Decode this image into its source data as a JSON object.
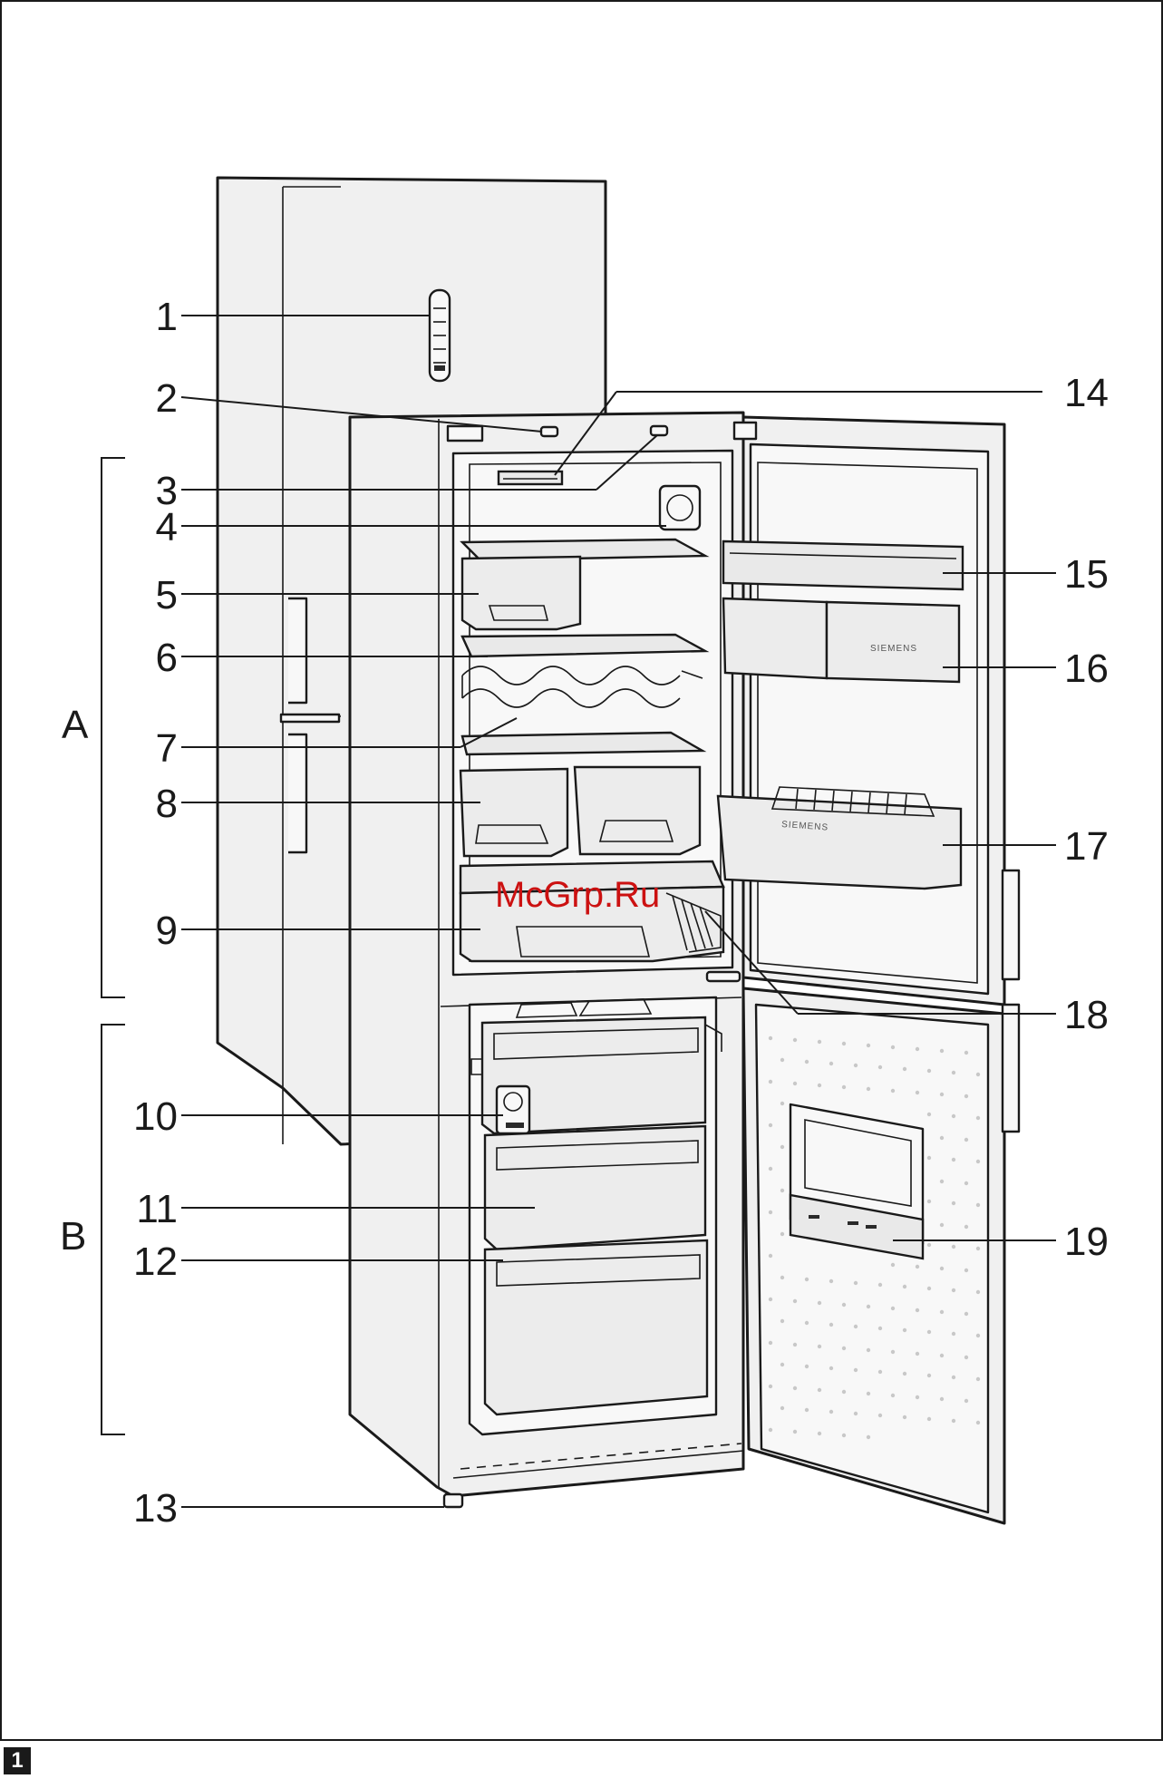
{
  "callouts": [
    {
      "id": "1",
      "label": "1"
    },
    {
      "id": "2",
      "label": "2"
    },
    {
      "id": "3",
      "label": "3"
    },
    {
      "id": "4",
      "label": "4"
    },
    {
      "id": "5",
      "label": "5"
    },
    {
      "id": "6",
      "label": "6"
    },
    {
      "id": "7",
      "label": "7"
    },
    {
      "id": "8",
      "label": "8"
    },
    {
      "id": "9",
      "label": "9"
    },
    {
      "id": "10",
      "label": "10"
    },
    {
      "id": "11",
      "label": "11"
    },
    {
      "id": "12",
      "label": "12"
    },
    {
      "id": "13",
      "label": "13"
    },
    {
      "id": "14",
      "label": "14"
    },
    {
      "id": "15",
      "label": "15"
    },
    {
      "id": "16",
      "label": "16"
    },
    {
      "id": "17",
      "label": "17"
    },
    {
      "id": "18",
      "label": "18"
    },
    {
      "id": "19",
      "label": "19"
    }
  ],
  "groups": {
    "a": "A",
    "b": "B"
  },
  "brand_marks": {
    "door_bin_small": "SIEMENS",
    "door_bin_large": "SIEMENS"
  },
  "watermark": "McGrp.Ru",
  "figure_badge": "1",
  "colors": {
    "line": "#1a1a1a",
    "panel": "#f0f0f0",
    "watermark": "#cc1111"
  }
}
